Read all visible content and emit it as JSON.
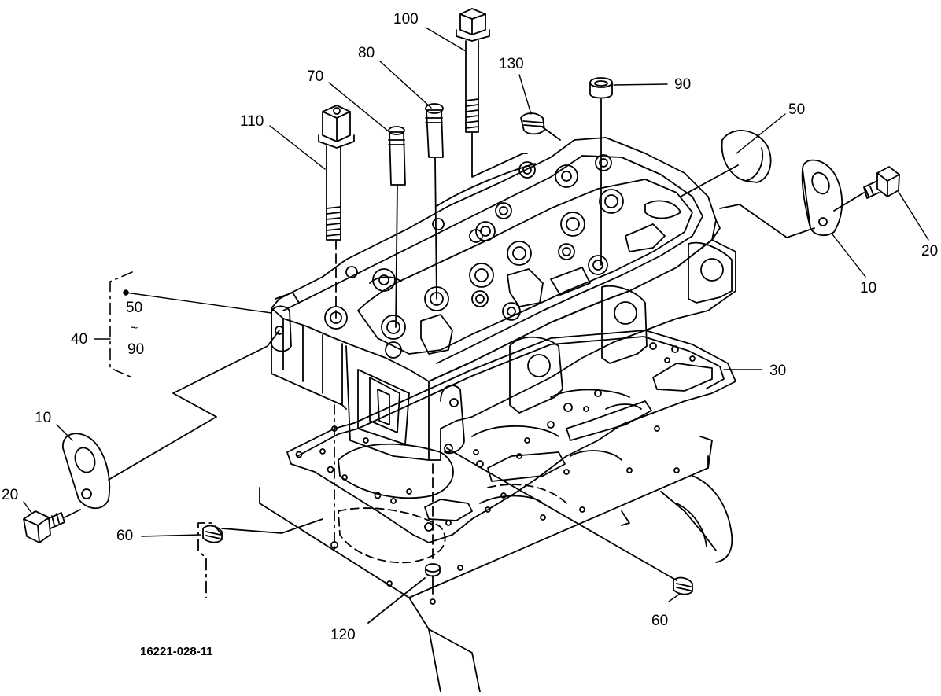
{
  "diagram": {
    "drawing_number": "16221-028-11",
    "callouts": {
      "c100": "100",
      "c80": "80",
      "c70": "70",
      "c110": "110",
      "c130": "130",
      "c90_top": "90",
      "c50_right": "50",
      "c10_right": "10",
      "c20_right": "20",
      "c50_bracket": "50",
      "c40": "40",
      "c90_bracket": "90",
      "c30": "30",
      "c10_left": "10",
      "c20_left": "20",
      "c60_left": "60",
      "c60_right": "60",
      "c120": "120"
    },
    "bracket_range_symbol": "~"
  }
}
